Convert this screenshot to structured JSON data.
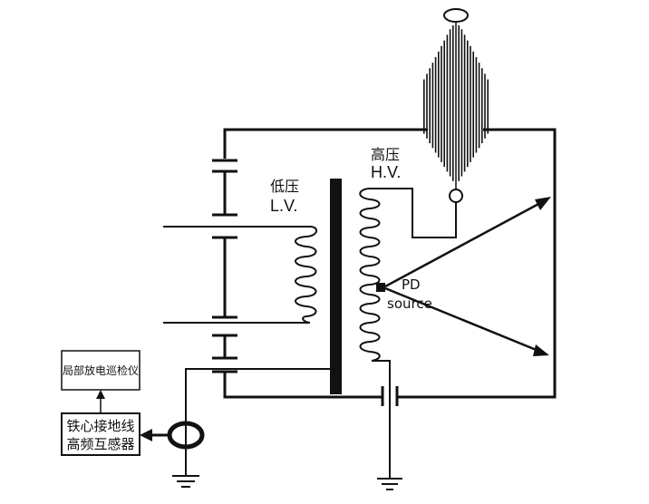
{
  "labels": {
    "lv_cn": "低压",
    "lv_en": "L.V.",
    "hv_cn": "高压",
    "hv_en": "H.V.",
    "pd_line1": "PD",
    "pd_line2": "source",
    "instrument": "局部放电巡检仪",
    "sensor_line1": "铁心接地线",
    "sensor_line2": "高频互感器"
  },
  "colors": {
    "line": "#111111",
    "background": "#ffffff"
  }
}
